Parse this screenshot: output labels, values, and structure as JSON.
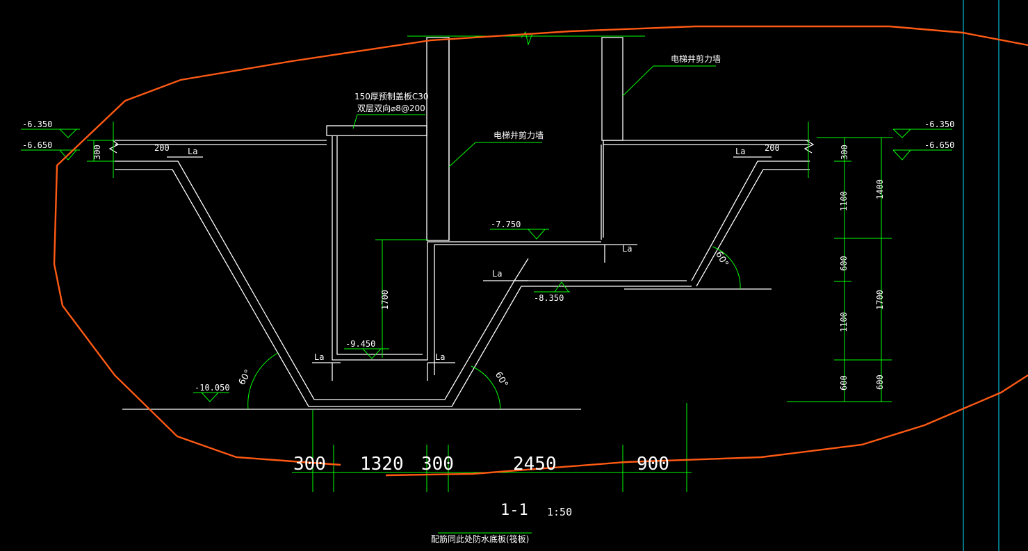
{
  "drawing": {
    "title": "1-1",
    "scale": "1:50",
    "note": "配筋同此处防水底板(筏板)",
    "slab_note_line1": "150厚预制盖板C30",
    "slab_note_line2": "双层双向⌀8@200",
    "wall_label_right": "电梯井剪力墙",
    "wall_label_center": "电梯井剪力墙"
  },
  "elevations": {
    "left_top": "-6.350",
    "left_bottom": "-6.650",
    "right_top": "-6.350",
    "right_bottom": "-6.650",
    "pit_floor": "-7.750",
    "step": "-8.350",
    "deep_pit": "-9.450",
    "bottom": "-10.050"
  },
  "labels": {
    "la": "La",
    "cover_left": "200",
    "cover_right": "200",
    "angle": "60°",
    "dim_300_left": "300",
    "dim_1700_center": "1700"
  },
  "bottom_dims": [
    "300",
    "1320",
    "300",
    "2450",
    "900"
  ],
  "right_dims_inner": [
    "300",
    "1100",
    "600",
    "1100",
    "600"
  ],
  "right_dims_outer": [
    "1400",
    "1700",
    "600"
  ],
  "colors": {
    "line": "#ffffff",
    "dimension": "#00ff00",
    "cloud": "#ff5a14",
    "guide": "#00e5ff",
    "background": "#000000"
  }
}
